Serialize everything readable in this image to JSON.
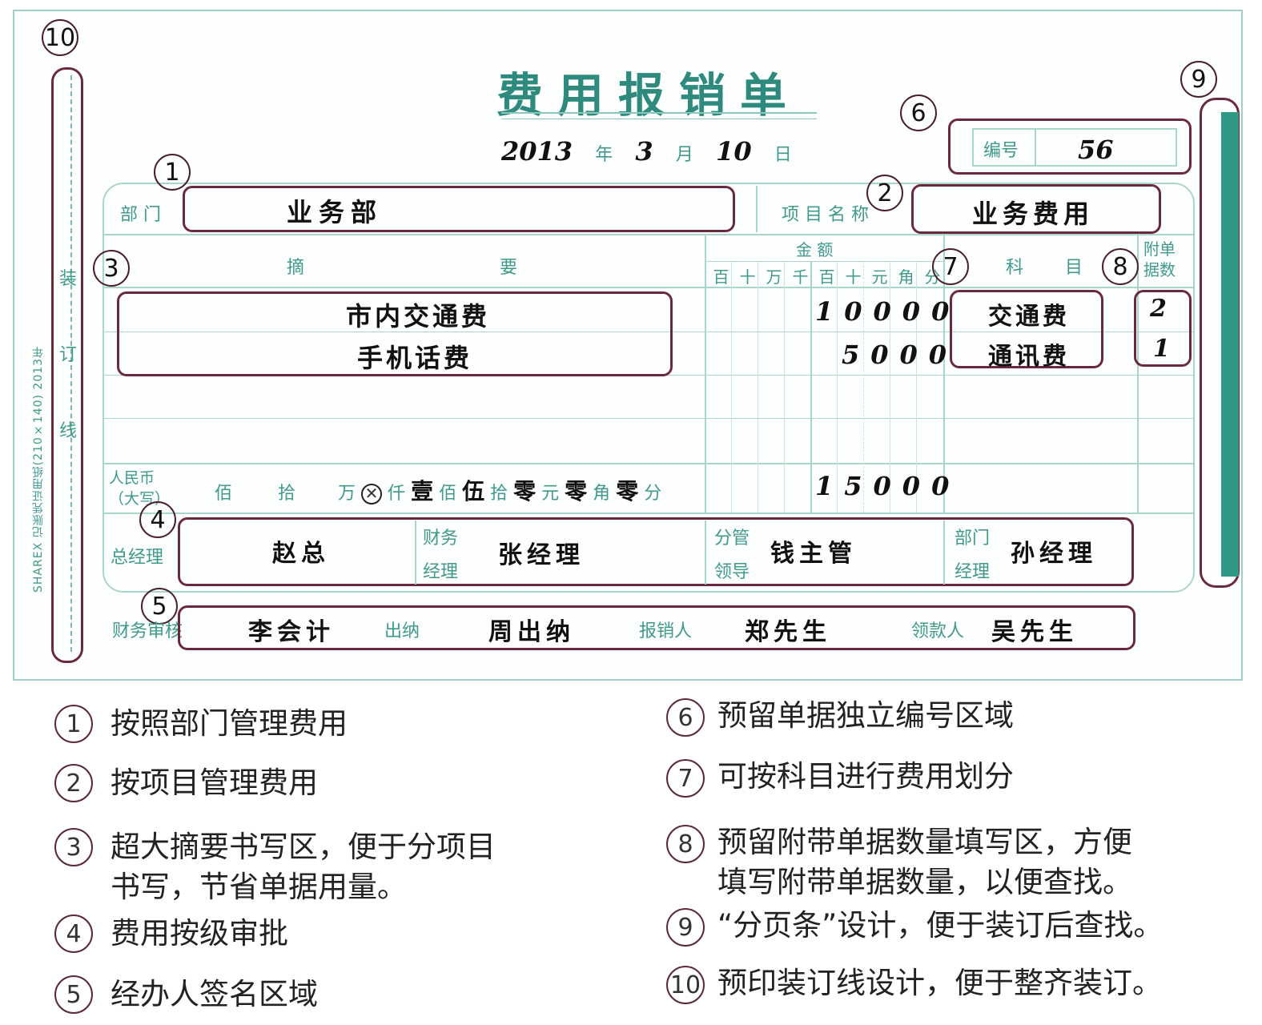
{
  "form": {
    "title": "费用报销单",
    "date": {
      "year": "2013",
      "year_label": "年",
      "month": "3",
      "month_label": "月",
      "day": "10",
      "day_label": "日"
    },
    "number_label": "编号",
    "number_value": "56",
    "dept_label": "部 门",
    "dept_value": "业务部",
    "project_label": "项 目 名 称",
    "project_value": "业务费用",
    "summary_header": {
      "a": "摘",
      "b": "要"
    },
    "amount_header": "金 额",
    "amount_units": [
      "百",
      "十",
      "万",
      "千",
      "百",
      "十",
      "元",
      "角",
      "分"
    ],
    "subject_header": {
      "a": "科",
      "b": "目"
    },
    "attach_header": "附单据数",
    "rows": [
      {
        "summary": "市内交通费",
        "amount": "10000",
        "subject": "交通费",
        "attach": "2"
      },
      {
        "summary": "手机话费",
        "amount": "5000",
        "subject": "通讯费",
        "attach": "1"
      }
    ],
    "rmb_label": "人民币（大写）",
    "rmb_words": {
      "bai": "佰",
      "shi": "拾",
      "wan": "万",
      "qian": "仟",
      "v_bai": "壹",
      "u_bai": "佰",
      "v_shi": "伍",
      "u_shi": "拾",
      "v_yuan": "零",
      "u_yuan": "元",
      "v_jiao": "零",
      "u_jiao": "角",
      "v_fen": "零",
      "u_fen": "分"
    },
    "total_amount": "15000",
    "approvals": {
      "gm_label": "总经理",
      "gm_value": "赵总",
      "fin_label1": "财务",
      "fin_label2": "经理",
      "fin_value": "张经理",
      "lead_label1": "分管",
      "lead_label2": "领导",
      "lead_value": "钱主管",
      "dept_label1": "部门",
      "dept_label2": "经理",
      "dept_value": "孙经理"
    },
    "signers": {
      "audit_label": "财务审核",
      "audit_value": "李会计",
      "cashier_label": "出纳",
      "cashier_value": "周出纳",
      "claimant_label": "报销人",
      "claimant_value": "郑先生",
      "payee_label": "领款人",
      "payee_value": "吴先生"
    },
    "spine": {
      "line_chars": [
        "装",
        "订",
        "线"
      ],
      "side_text": "SHAREX 记账凭证用纸(210×140) 2013年"
    }
  },
  "markers": [
    "10",
    "1",
    "2",
    "3",
    "4",
    "5",
    "6",
    "7",
    "8",
    "9"
  ],
  "legend": [
    {
      "num": "1",
      "text": "按照部门管理费用"
    },
    {
      "num": "2",
      "text": "按项目管理费用"
    },
    {
      "num": "3",
      "text": "超大摘要书写区，便于分项目",
      "text2": "书写，节省单据用量。"
    },
    {
      "num": "4",
      "text": "费用按级审批"
    },
    {
      "num": "5",
      "text": "经办人签名区域"
    },
    {
      "num": "6",
      "text": "预留单据独立编号区域"
    },
    {
      "num": "7",
      "text": "可按科目进行费用划分"
    },
    {
      "num": "8",
      "text": "预留附带单据数量填写区，方便",
      "text2": "填写附带单据数量，以便查找。"
    },
    {
      "num": "9",
      "text": "“分页条”设计，便于装订后查找。"
    },
    {
      "num": "10",
      "text": "预印装订线设计，便于整齐装订。"
    }
  ],
  "colors": {
    "form_green": "#3f9a8c",
    "marker_red": "#6b2a3c",
    "tab_green": "#2e9a86"
  }
}
